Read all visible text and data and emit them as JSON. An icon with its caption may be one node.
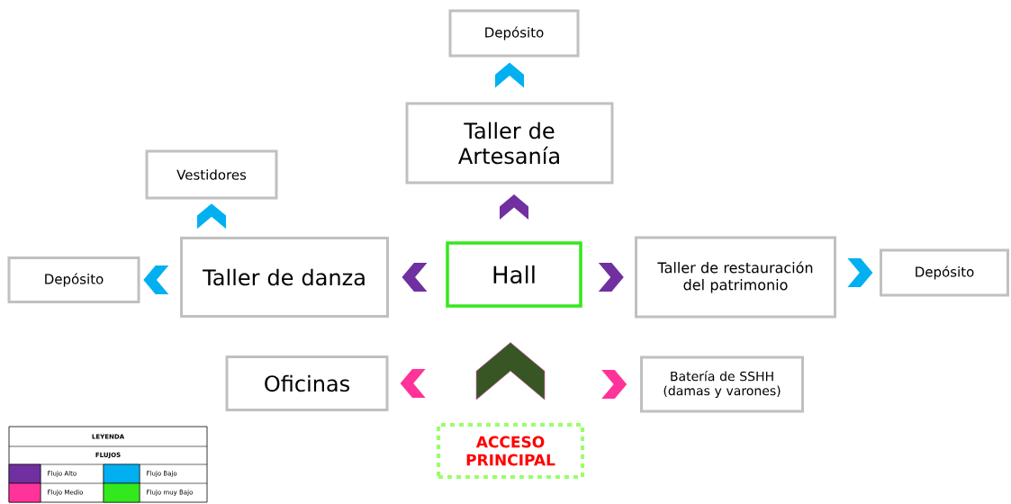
{
  "diagram": {
    "nodes": [
      {
        "text": [
          "Depósito"
        ]
      },
      {
        "text": [
          "Taller de Artesanía"
        ]
      },
      {
        "text": [
          "Vestidores"
        ]
      },
      {
        "text": [
          "Depósito"
        ]
      },
      {
        "text": [
          "Taller de danza"
        ]
      },
      {
        "text": [
          "Hall"
        ]
      },
      {
        "text": [
          "Taller de restauración del patrimonio"
        ]
      },
      {
        "text": [
          "Depósito"
        ]
      },
      {
        "text": [
          "Oficinas"
        ]
      },
      {
        "text": [
          "Batería de SSHH (damas y varones)"
        ]
      },
      {
        "text": [
          "ACCESO PRINCIPAL"
        ]
      }
    ],
    "edges": [
      {
        "from": 5,
        "to": 1,
        "arrow": "to",
        "color": "#7030a0"
      },
      {
        "from": 1,
        "to": 0,
        "arrow": "to",
        "color": "#00b0f0"
      },
      {
        "from": 5,
        "to": 4,
        "arrow": "to",
        "color": "#7030a0"
      },
      {
        "from": 4,
        "to": 2,
        "arrow": "to",
        "color": "#00b0f0"
      },
      {
        "from": 4,
        "to": 3,
        "arrow": "to",
        "color": "#00b0f0"
      },
      {
        "from": 5,
        "to": 6,
        "arrow": "to",
        "color": "#7030a0"
      },
      {
        "from": 6,
        "to": 7,
        "arrow": "to",
        "color": "#00b0f0"
      },
      {
        "from": 10,
        "to": 5,
        "arrow": "to",
        "style": "thick",
        "color": "#375623"
      },
      {
        "from": 10,
        "to": 8,
        "arrow": "to",
        "color": "#ff3399"
      },
      {
        "from": 10,
        "to": 9,
        "arrow": "to",
        "color": "#ff3399"
      }
    ],
    "labels": [
      "LEYENDA",
      "FLUJOS"
    ],
    "legend": [
      {
        "text": "Flujo Alto",
        "color": "#7030a0"
      },
      {
        "text": "Flujo Bajo",
        "color": "#00b0f0"
      },
      {
        "text": "Flujo Medio",
        "color": "#ff3399"
      },
      {
        "text": "Flujo muy Bajo",
        "color": "#33e81c"
      }
    ]
  }
}
